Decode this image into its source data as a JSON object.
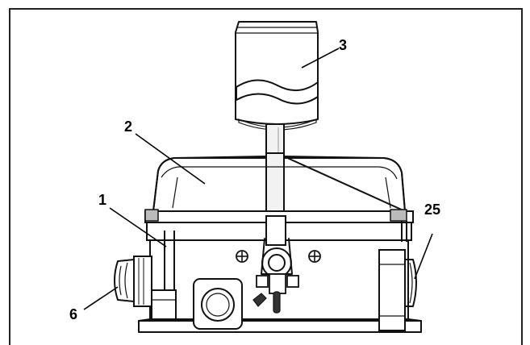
{
  "diagram": {
    "callouts": [
      {
        "id": "callout-1",
        "label": "1"
      },
      {
        "id": "callout-2",
        "label": "2"
      },
      {
        "id": "callout-3",
        "label": "3"
      },
      {
        "id": "callout-6",
        "label": "6"
      },
      {
        "id": "callout-25",
        "label": "25"
      }
    ],
    "colors": {
      "ink": "#111111",
      "light_fill": "#ffffff",
      "shade": "#d9d9d9",
      "dark_shade": "#8c8c8c"
    }
  }
}
